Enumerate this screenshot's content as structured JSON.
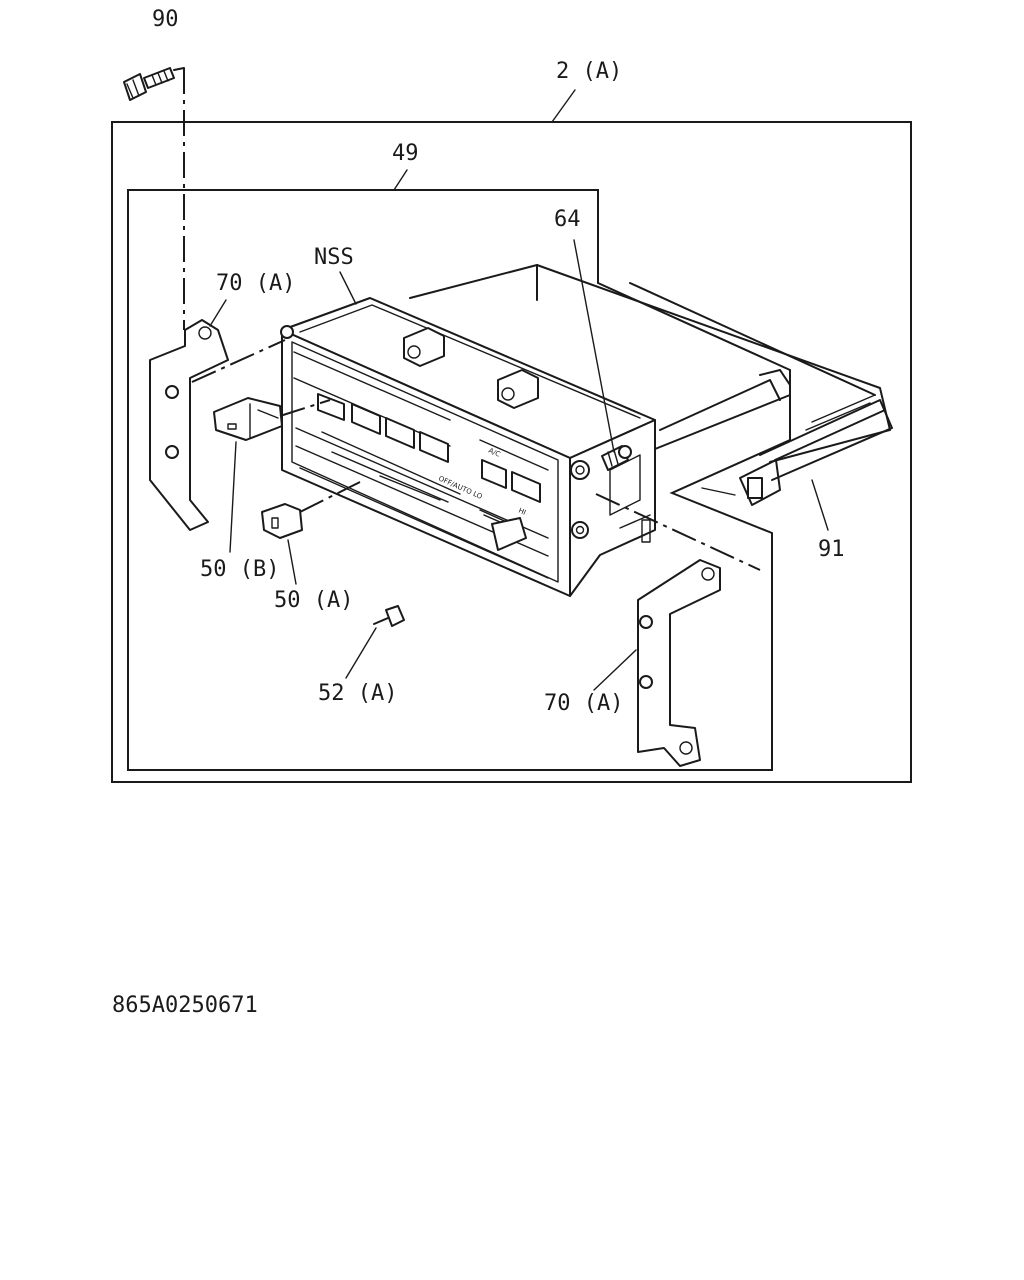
{
  "callouts": {
    "p90": "90",
    "p2a": "2 (A)",
    "p49": "49",
    "p64": "64",
    "nss": "NSS",
    "p70a_left": "70 (A)",
    "p70a_right": "70 (A)",
    "p50b": "50 (B)",
    "p50a": "50 (A)",
    "p52a": "52 (A)",
    "p91": "91"
  },
  "panel_labels": {
    "off_auto_lo": "OFF/AUTO LO",
    "hi": "HI",
    "ac": "A/C"
  },
  "drawing_number": "865A0250671"
}
